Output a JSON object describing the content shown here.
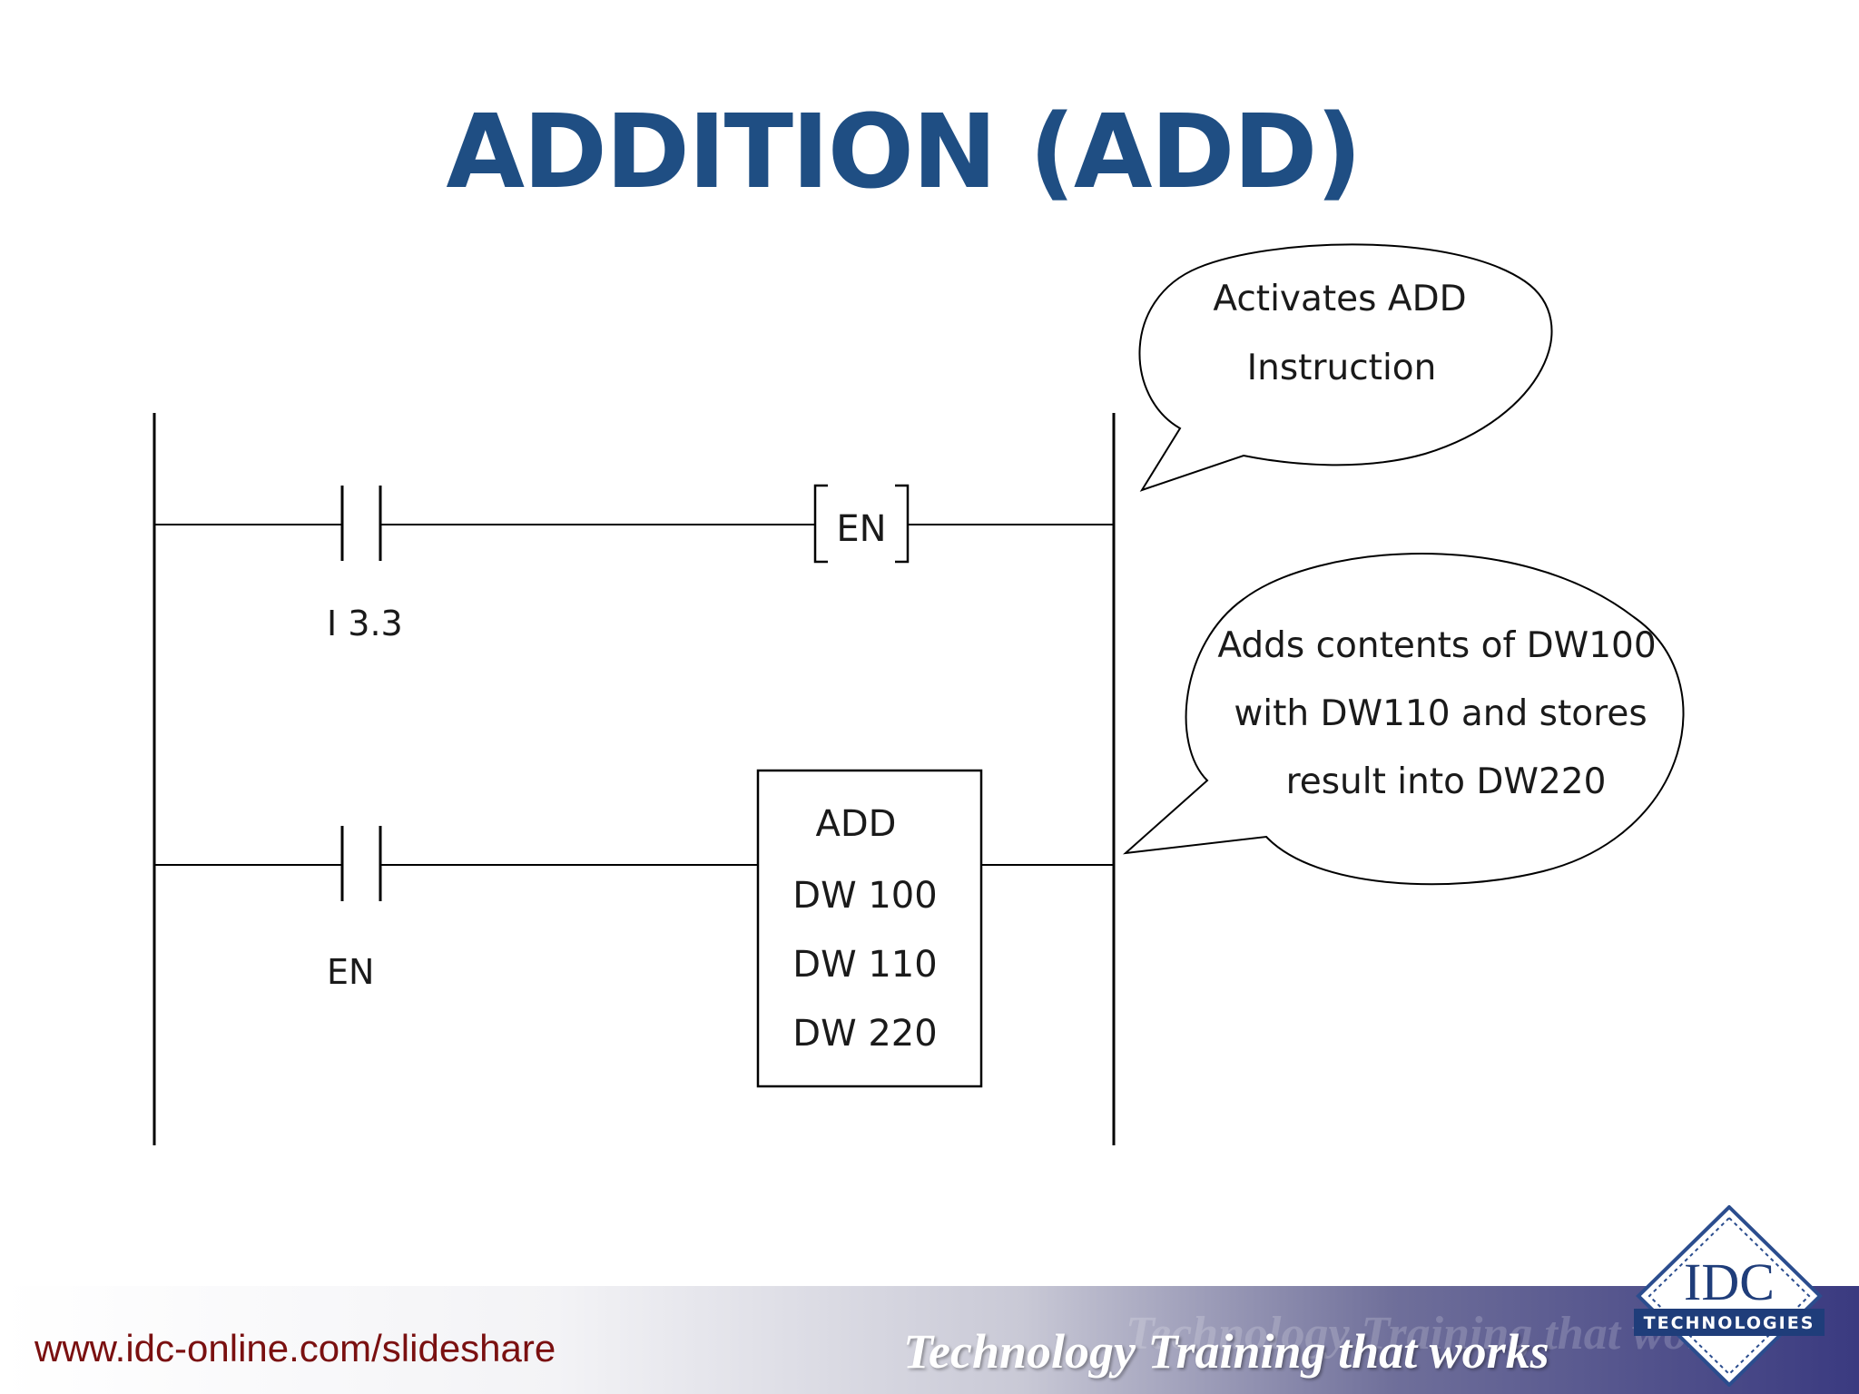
{
  "slide": {
    "title": "ADDITION (ADD)"
  },
  "diagram": {
    "rung1": {
      "contact_label": "I 3.3",
      "coil_label": "EN"
    },
    "rung2": {
      "contact_label": "EN",
      "block": {
        "name": "ADD",
        "operands": [
          "DW 100",
          "DW 110",
          "DW 220"
        ]
      }
    },
    "callouts": [
      {
        "lines": [
          "Activates ADD",
          "Instruction"
        ]
      },
      {
        "lines": [
          "Adds contents of DW100",
          "with DW110 and stores",
          "result into DW220"
        ]
      }
    ]
  },
  "footer": {
    "url": "www.idc-online.com/slideshare",
    "tagline": "Technology Training that works",
    "logo": {
      "name": "IDC",
      "subtitle": "TECHNOLOGIES",
      "colors": {
        "navy": "#1f3d7a",
        "outline": "#2b4d8e"
      }
    }
  },
  "colors": {
    "title": "#1f4e83",
    "url": "#7a1010",
    "footer_gradient_end": "#3a3a80"
  }
}
